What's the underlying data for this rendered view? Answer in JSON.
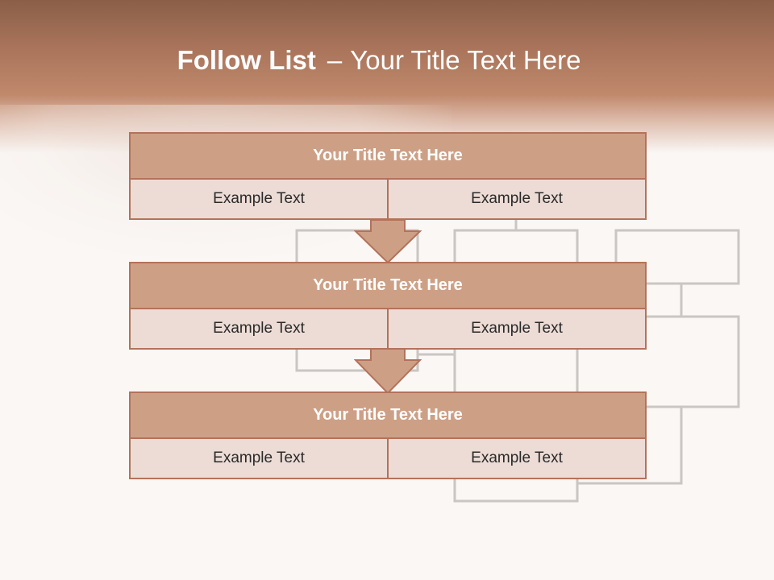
{
  "title": {
    "strong": "Follow List",
    "dash": "–",
    "rest": "Your Title Text Here"
  },
  "blocks": [
    {
      "title": "Your Title Text Here",
      "left": "Example Text",
      "right": "Example Text"
    },
    {
      "title": "Your Title Text Here",
      "left": "Example Text",
      "right": "Example Text"
    },
    {
      "title": "Your Title Text Here",
      "left": "Example Text",
      "right": "Example Text"
    }
  ],
  "colors": {
    "header": "#a8735a",
    "block_title": "#cda086",
    "block_cell": "#ecdcd5",
    "border": "#b4725a",
    "arrow": "#cda086",
    "diagram_lines": "#c9c6c4"
  },
  "icons": [
    "down-arrow-icon"
  ]
}
